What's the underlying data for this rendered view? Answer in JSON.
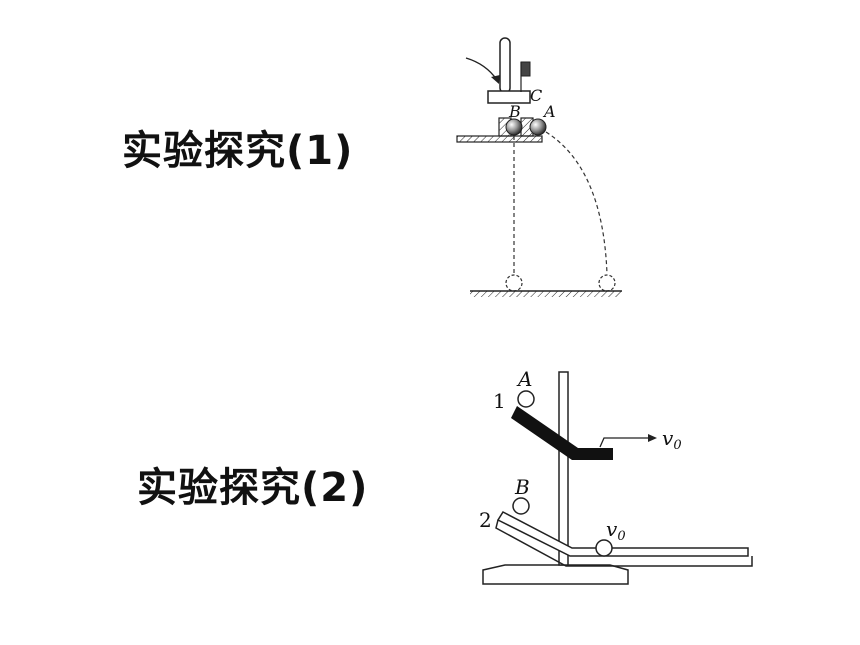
{
  "headings": {
    "experiment1": "实验探究(1)",
    "experiment2": "实验探究(2)"
  },
  "diagram1": {
    "label_a": "A",
    "label_b": "B",
    "label_c": "C"
  },
  "diagram2": {
    "label_a": "A",
    "label_b": "B",
    "label_1": "1",
    "label_2": "2",
    "velocity_upper": "v",
    "velocity_upper_sub": "0",
    "velocity_lower": "v",
    "velocity_lower_sub": "0"
  }
}
